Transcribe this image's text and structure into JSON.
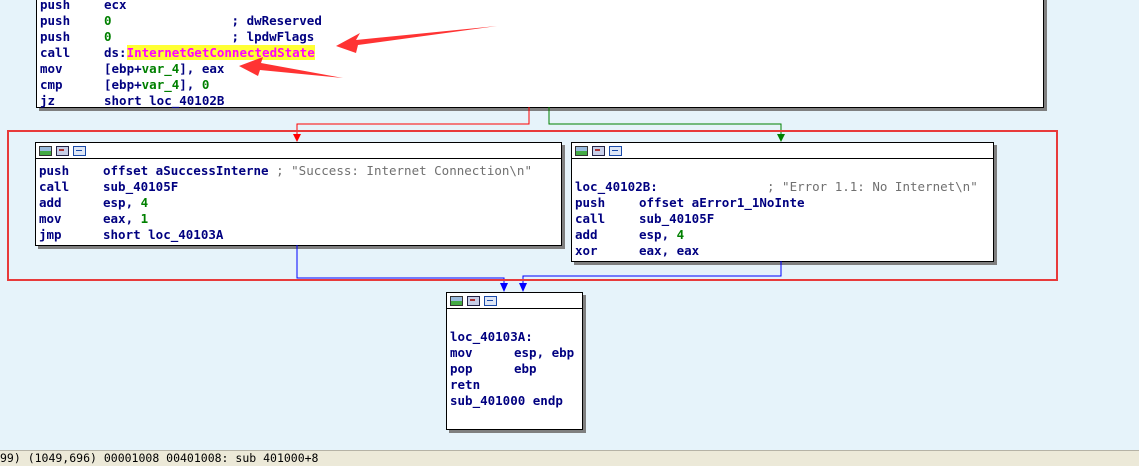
{
  "blocks": {
    "top": {
      "lines": [
        {
          "mnemonic": "push",
          "operands": "ecx",
          "comment": ""
        },
        {
          "mnemonic": "push",
          "operands": "0",
          "comment": "; dwReserved"
        },
        {
          "mnemonic": "push",
          "operands": "0",
          "comment": "; lpdwFlags"
        },
        {
          "mnemonic": "call",
          "prefix": "ds:",
          "operands": "InternetGetConnectedState",
          "comment": ""
        },
        {
          "mnemonic": "mov",
          "operands_pre": "[ebp+",
          "var": "var_4",
          "operands_post": "], eax"
        },
        {
          "mnemonic": "cmp",
          "operands_pre": "[ebp+",
          "var": "var_4",
          "operands_post": "], ",
          "num": "0"
        },
        {
          "mnemonic": "jz",
          "operands": "short loc_40102B"
        }
      ]
    },
    "success": {
      "lines": [
        {
          "mnemonic": "push",
          "operands": "offset aSuccessInterne",
          "comment": "; \"Success: Internet Connection\\n\""
        },
        {
          "mnemonic": "call",
          "operands": "sub_40105F"
        },
        {
          "mnemonic": "add",
          "operands": "esp, ",
          "num": "4"
        },
        {
          "mnemonic": "mov",
          "operands": "eax, ",
          "num": "1"
        },
        {
          "mnemonic": "jmp",
          "operands": "short loc_40103A"
        }
      ]
    },
    "error": {
      "label": "loc_40102B:",
      "label_comment": "; \"Error 1.1: No Internet\\n\"",
      "lines": [
        {
          "mnemonic": "push",
          "operands": "offset aError1_1NoInte"
        },
        {
          "mnemonic": "call",
          "operands": "sub_40105F"
        },
        {
          "mnemonic": "add",
          "operands": "esp, ",
          "num": "4"
        },
        {
          "mnemonic": "xor",
          "operands": "eax, eax"
        }
      ]
    },
    "exit": {
      "label": "loc_40103A:",
      "lines": [
        {
          "mnemonic": "mov",
          "operands": "esp, ebp"
        },
        {
          "mnemonic": "pop",
          "operands": "ebp"
        },
        {
          "mnemonic": "retn",
          "operands": ""
        }
      ],
      "end": "sub_401000 endp"
    }
  },
  "status_bar": "99) (1049,696) 00001008 00401008: sub 401000+8",
  "colors": {
    "background": "#e6f3fa",
    "edge_false": "#ff0000",
    "edge_true": "#008000",
    "edge_jump": "#0000ff",
    "highlight_box": "#e83a3a",
    "annotation_arrow": "#ff3333"
  }
}
